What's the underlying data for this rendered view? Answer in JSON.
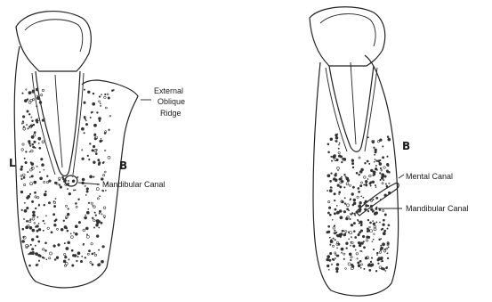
{
  "left_section": {
    "side_lingual": "L",
    "side_buccal": "B",
    "label_ridge_1": "External",
    "label_ridge_2": "Oblique",
    "label_ridge_3": "Ridge",
    "label_canal": "Mandibular Canal"
  },
  "right_section": {
    "side_buccal": "B",
    "label_mental": "Mental Canal",
    "label_canal": "Mandibular Canal"
  }
}
